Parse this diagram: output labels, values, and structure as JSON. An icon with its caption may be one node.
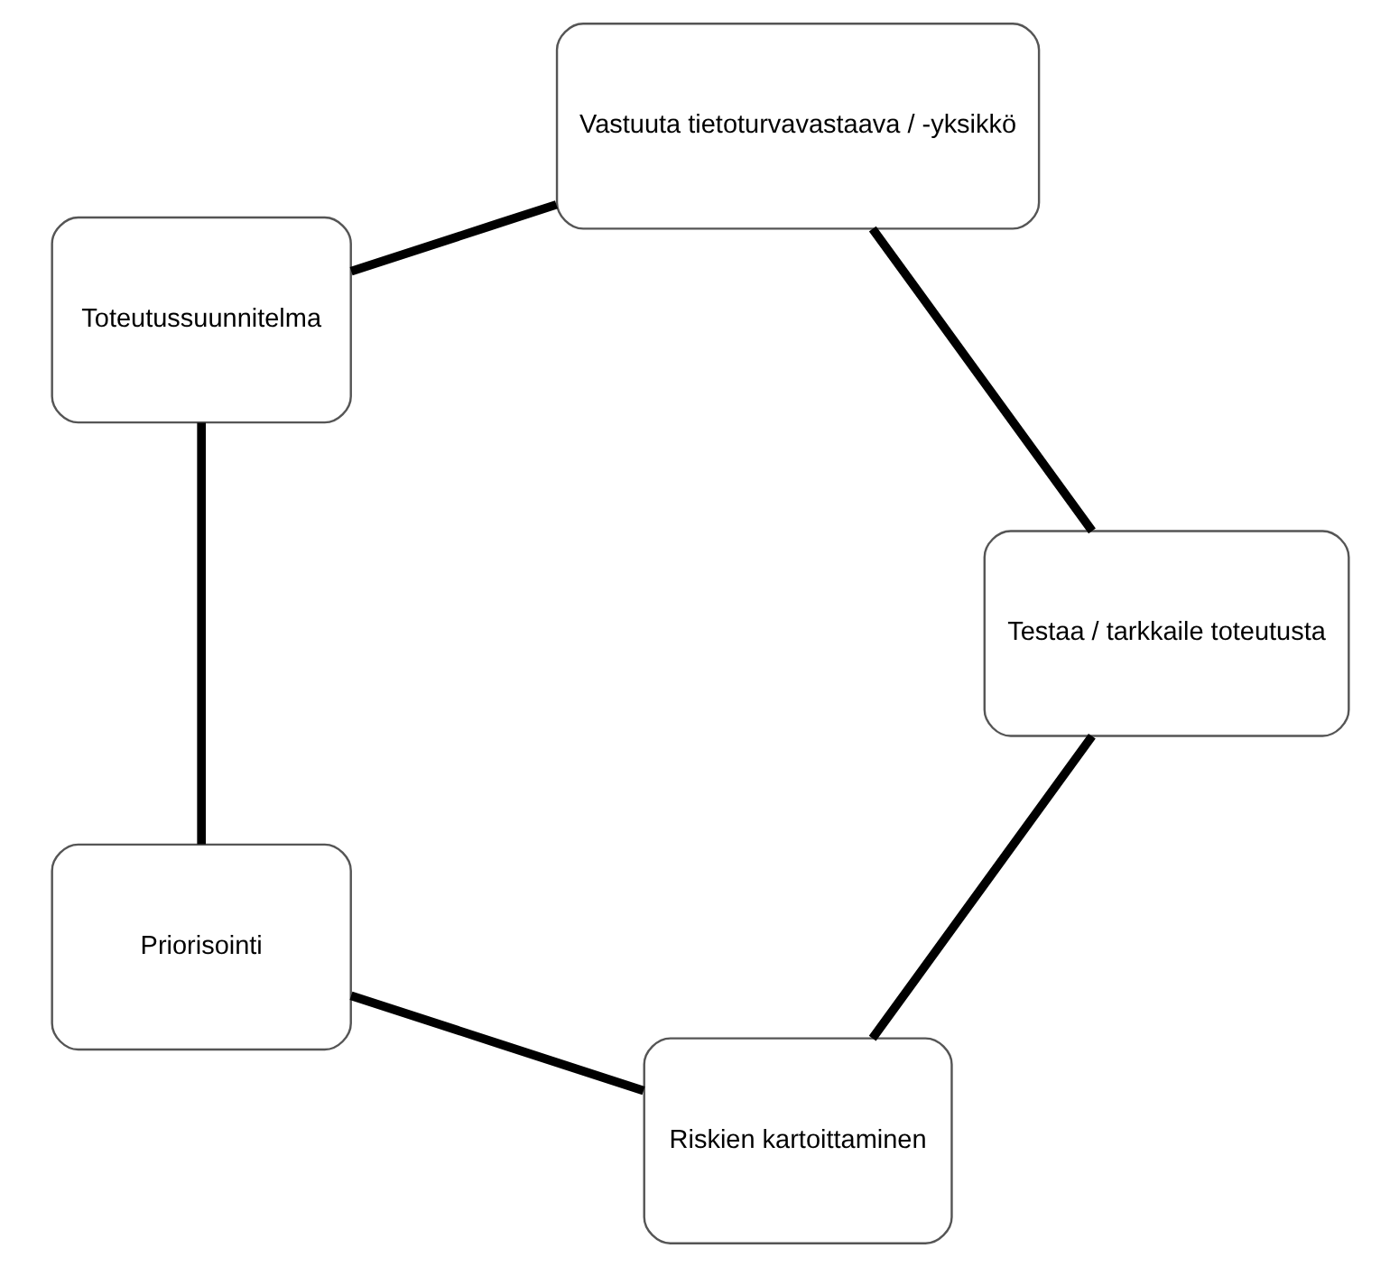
{
  "diagram": {
    "nodes": [
      {
        "text": [
          "Riskien kartoittaminen"
        ]
      },
      {
        "text": [
          "Priorisointi"
        ]
      },
      {
        "text": [
          "Toteutussuunnitelma"
        ]
      },
      {
        "text": [
          "Vastuuta tietoturvavastaava / -yksikkö"
        ]
      },
      {
        "text": [
          "Testaa / tarkkaile toteutusta"
        ]
      }
    ],
    "edges": [
      {
        "from": 0,
        "to": 1,
        "arrow": "none"
      },
      {
        "from": 1,
        "to": 2,
        "arrow": "none"
      },
      {
        "from": 2,
        "to": 3,
        "arrow": "none"
      },
      {
        "from": 3,
        "to": 4,
        "arrow": "none"
      },
      {
        "from": 4,
        "to": 0,
        "arrow": "none"
      }
    ]
  }
}
